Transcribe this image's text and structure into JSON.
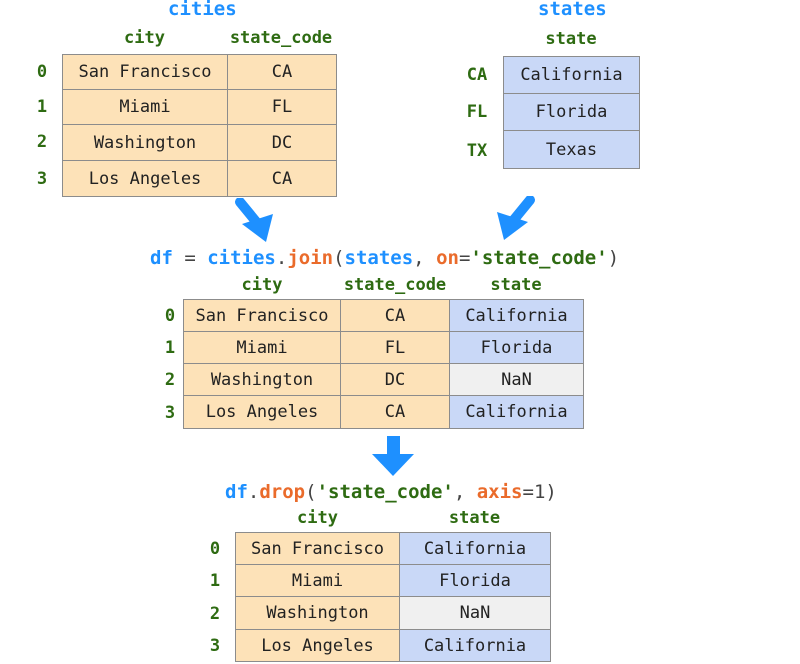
{
  "cities": {
    "title": "cities",
    "headers": [
      "city",
      "state_code"
    ],
    "index": [
      "0",
      "1",
      "2",
      "3"
    ],
    "rows": [
      [
        "San Francisco",
        "CA"
      ],
      [
        "Miami",
        "FL"
      ],
      [
        "Washington",
        "DC"
      ],
      [
        "Los Angeles",
        "CA"
      ]
    ]
  },
  "states": {
    "title": "states",
    "header": "state",
    "index": [
      "CA",
      "FL",
      "TX"
    ],
    "rows": [
      "California",
      "Florida",
      "Texas"
    ]
  },
  "join_code": {
    "var": "df",
    "eq": " = ",
    "obj": "cities",
    "dot": ".",
    "method": "join",
    "open": "(",
    "arg": "states",
    "comma": ", ",
    "kw": "on",
    "assign": "=",
    "str": "'state_code'",
    "close": ")"
  },
  "joined": {
    "headers": [
      "city",
      "state_code",
      "state"
    ],
    "index": [
      "0",
      "1",
      "2",
      "3"
    ],
    "rows": [
      [
        "San Francisco",
        "CA",
        "California"
      ],
      [
        "Miami",
        "FL",
        "Florida"
      ],
      [
        "Washington",
        "DC",
        "NaN"
      ],
      [
        "Los Angeles",
        "CA",
        "California"
      ]
    ]
  },
  "drop_code": {
    "var": "df",
    "dot": ".",
    "method": "drop",
    "open": "(",
    "str": "'state_code'",
    "comma": ", ",
    "kw": "axis",
    "assign": "=",
    "num": "1",
    "close": ")"
  },
  "dropped": {
    "headers": [
      "city",
      "state"
    ],
    "index": [
      "0",
      "1",
      "2",
      "3"
    ],
    "rows": [
      [
        "San Francisco",
        "California"
      ],
      [
        "Miami",
        "Florida"
      ],
      [
        "Washington",
        "NaN"
      ],
      [
        "Los Angeles",
        "California"
      ]
    ]
  },
  "colors": {
    "title_blue": "#1e90ff",
    "method_orange": "#ea6b2b",
    "label_green": "#2e6b12",
    "cell_orange": "#fde2b8",
    "cell_blue": "#c9d8f7",
    "cell_nan": "#f0f0f0",
    "arrow": "#1e90ff"
  },
  "icons": [
    "arrow-down-right-icon",
    "arrow-down-left-icon",
    "arrow-down-icon"
  ]
}
